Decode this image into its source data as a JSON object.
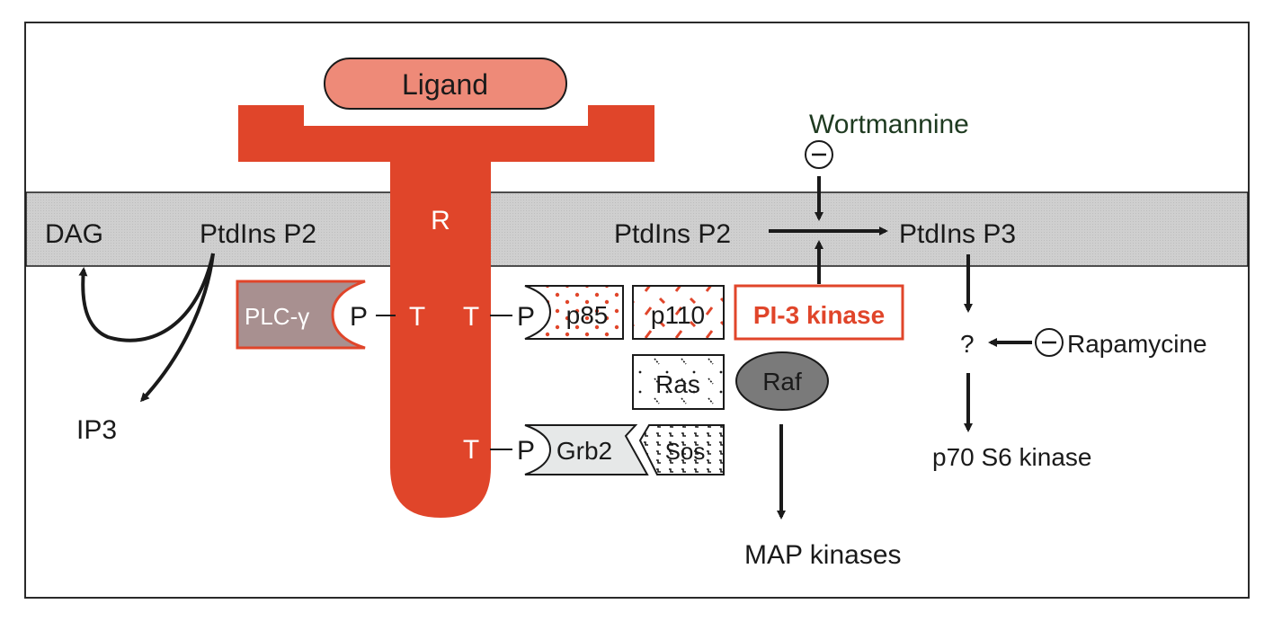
{
  "colors": {
    "receptor": "#e0452a",
    "ligand_fill": "#ee8a78",
    "membrane": "#cfcfcf",
    "plc_fill": "#a89090",
    "raf_fill": "#7a7a7a",
    "grb2_fill": "#e6e8e8",
    "pi3k_red": "#e0452a",
    "inhibitor_text": "#1e3a20",
    "ink": "#1a1a1a"
  },
  "diagram": {
    "ligand": "Ligand",
    "receptor_label": "R",
    "tyrosine_label": "T",
    "phospho_label": "P",
    "membrane_left": {
      "dag": "DAG",
      "ptdins_p2": "PtdIns P2"
    },
    "ip3": "IP3",
    "plc": "PLC-γ",
    "p85": "p85",
    "p110": "p110",
    "pi3k": "PI-3 kinase",
    "ras": "Ras",
    "raf": "Raf",
    "grb2": "Grb2",
    "sos": "Sos",
    "membrane_right": {
      "ptdins_p2": "PtdIns P2",
      "ptdins_p3": "PtdIns P3"
    },
    "wortmannine": "Wortmannine",
    "inhibit_symbol": "−",
    "question": "?",
    "rapamycine": "Rapamycine",
    "p70": "p70 S6 kinase",
    "map_kinases": "MAP kinases"
  }
}
